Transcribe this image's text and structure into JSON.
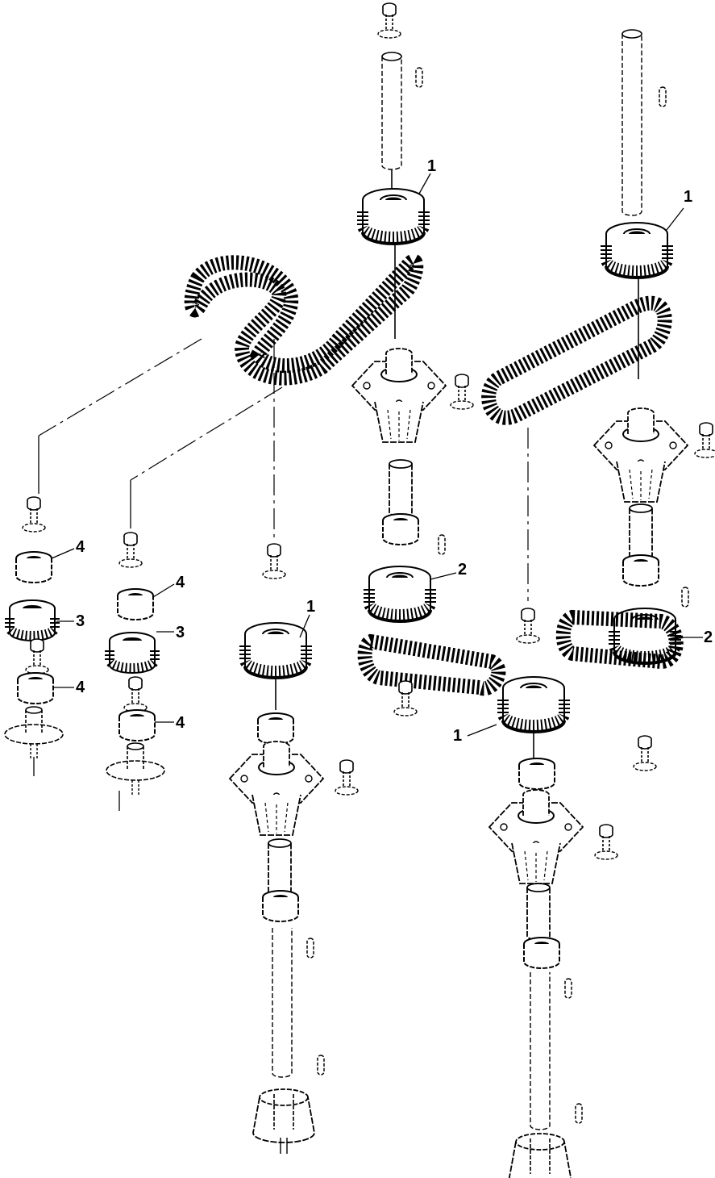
{
  "callouts": {
    "a": "1",
    "b": "1",
    "c": "1",
    "d": "1",
    "e": "2",
    "f": "2",
    "g": "3",
    "h": "3",
    "i": "4",
    "j": "4",
    "k": "4",
    "l": "4"
  }
}
